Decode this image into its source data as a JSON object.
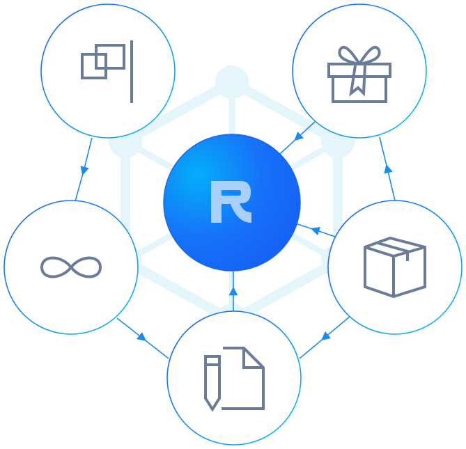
{
  "logo": {
    "letter": "R"
  },
  "nodes": [
    {
      "id": "flag",
      "icon": "flag-icon"
    },
    {
      "id": "gift",
      "icon": "gift-icon"
    },
    {
      "id": "infinity",
      "icon": "infinity-icon"
    },
    {
      "id": "box",
      "icon": "box-icon"
    },
    {
      "id": "document",
      "icon": "document-edit-icon"
    }
  ],
  "colors": {
    "ring": "#1a8cf0",
    "icon": "#6b7c99",
    "arrow": "#1a8cf0",
    "background_hex": "#e4f5fc",
    "center_gradient_start": "#0aa8fa",
    "center_gradient_end": "#1662f8"
  }
}
